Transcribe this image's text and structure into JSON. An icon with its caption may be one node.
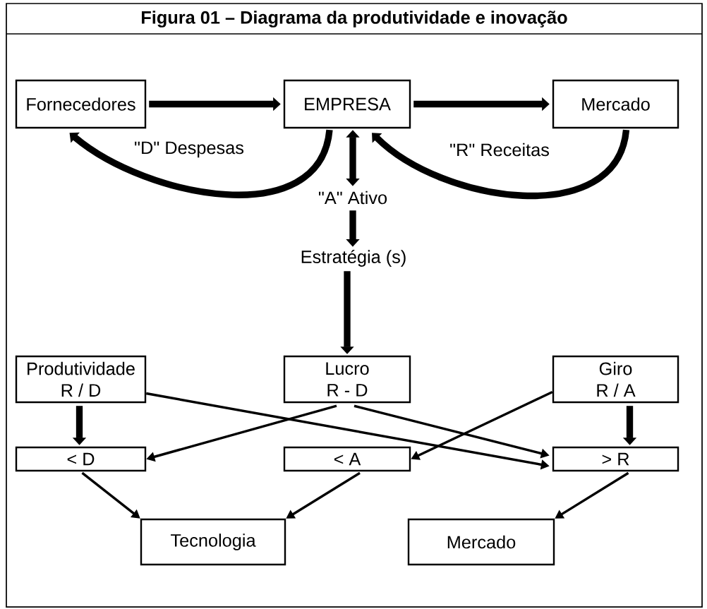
{
  "diagram": {
    "title": "Figura 01 – Diagrama da produtividade e inovação",
    "nodes": [
      {
        "text": [
          "Fornecedores"
        ]
      },
      {
        "text": [
          "EMPRESA"
        ]
      },
      {
        "text": [
          "Mercado"
        ]
      },
      {
        "text": [
          "\"A\" Ativo"
        ]
      },
      {
        "text": [
          "Estratégia (s)"
        ]
      },
      {
        "text": [
          "Produtividade",
          "R / D"
        ]
      },
      {
        "text": [
          "Lucro",
          "R - D"
        ]
      },
      {
        "text": [
          "Giro",
          "R / A"
        ]
      },
      {
        "text": [
          "< D"
        ]
      },
      {
        "text": [
          "< A"
        ]
      },
      {
        "text": [
          "> R"
        ]
      },
      {
        "text": [
          "Tecnologia"
        ]
      },
      {
        "text": [
          "Mercado"
        ]
      }
    ],
    "edges": [
      {
        "from": 0,
        "to": 1,
        "arrow": "to"
      },
      {
        "from": 1,
        "to": 2,
        "arrow": "to"
      },
      {
        "from": 1,
        "to": 0,
        "arrow": "to",
        "label": "\"D\" Despesas"
      },
      {
        "from": 2,
        "to": 1,
        "arrow": "to",
        "label": "\"R\" Receitas"
      },
      {
        "from": 1,
        "to": 3,
        "arrow": "both"
      },
      {
        "from": 3,
        "to": 4,
        "arrow": "to"
      },
      {
        "from": 4,
        "to": 6,
        "arrow": "to"
      },
      {
        "from": 5,
        "to": 8,
        "arrow": "to"
      },
      {
        "from": 5,
        "to": 10,
        "arrow": "to"
      },
      {
        "from": 6,
        "to": 8,
        "arrow": "to"
      },
      {
        "from": 6,
        "to": 10,
        "arrow": "to"
      },
      {
        "from": 7,
        "to": 9,
        "arrow": "to"
      },
      {
        "from": 7,
        "to": 10,
        "arrow": "to"
      },
      {
        "from": 8,
        "to": 11,
        "arrow": "to"
      },
      {
        "from": 9,
        "to": 11,
        "arrow": "to"
      },
      {
        "from": 10,
        "to": 12,
        "arrow": "to"
      }
    ]
  }
}
